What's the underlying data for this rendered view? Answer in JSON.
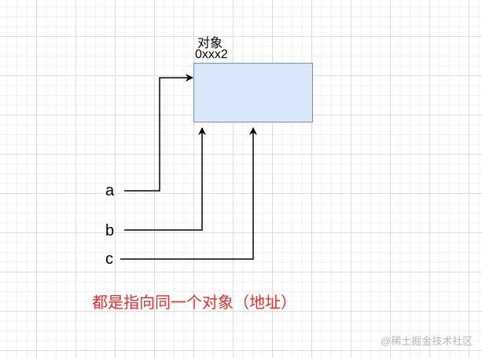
{
  "diagram": {
    "object_box": {
      "title": "对象",
      "address": "0xxx2",
      "fill": "#dae8fc",
      "stroke": "#6c8ebf"
    },
    "variables": [
      {
        "label": "a"
      },
      {
        "label": "b"
      },
      {
        "label": "c"
      }
    ],
    "caption": "都是指向同一个对象（地址）",
    "caption_color": "#e03030",
    "watermark": "@稀土掘金技术社区"
  }
}
